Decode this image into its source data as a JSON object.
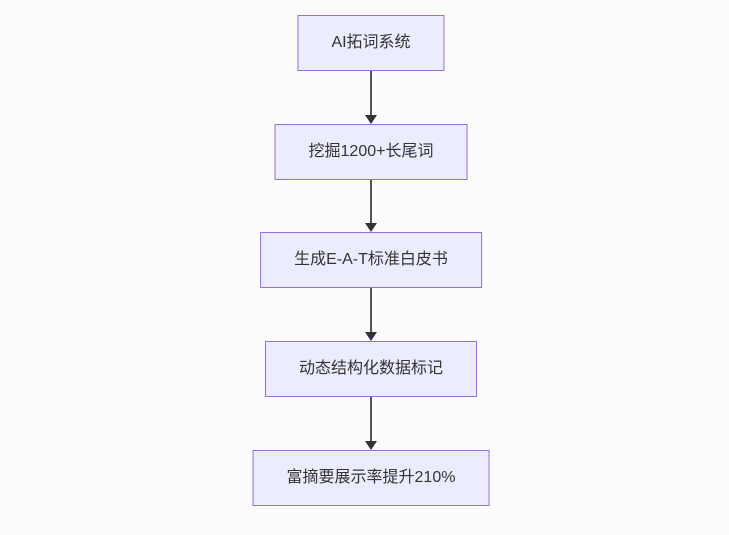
{
  "diagram": {
    "type": "flowchart",
    "direction": "top-to-bottom",
    "nodes": [
      {
        "id": "n1",
        "label": "AI拓词系统"
      },
      {
        "id": "n2",
        "label": "挖掘1200+长尾词"
      },
      {
        "id": "n3",
        "label": "生成E-A-T标准白皮书"
      },
      {
        "id": "n4",
        "label": "动态结构化数据标记"
      },
      {
        "id": "n5",
        "label": "富摘要展示率提升210%"
      }
    ],
    "edges": [
      {
        "from": "n1",
        "to": "n2",
        "style": "arrow-down"
      },
      {
        "from": "n2",
        "to": "n3",
        "style": "arrow-down"
      },
      {
        "from": "n3",
        "to": "n4",
        "style": "arrow-down"
      },
      {
        "from": "n4",
        "to": "n5",
        "style": "arrow-down"
      }
    ],
    "colors": {
      "background": "#fcfcfc",
      "node_fill": "#ECECFF",
      "node_border": "#9370DB",
      "node_text": "#333333",
      "edge_line": "#555555",
      "edge_arrowhead": "#333333"
    }
  }
}
